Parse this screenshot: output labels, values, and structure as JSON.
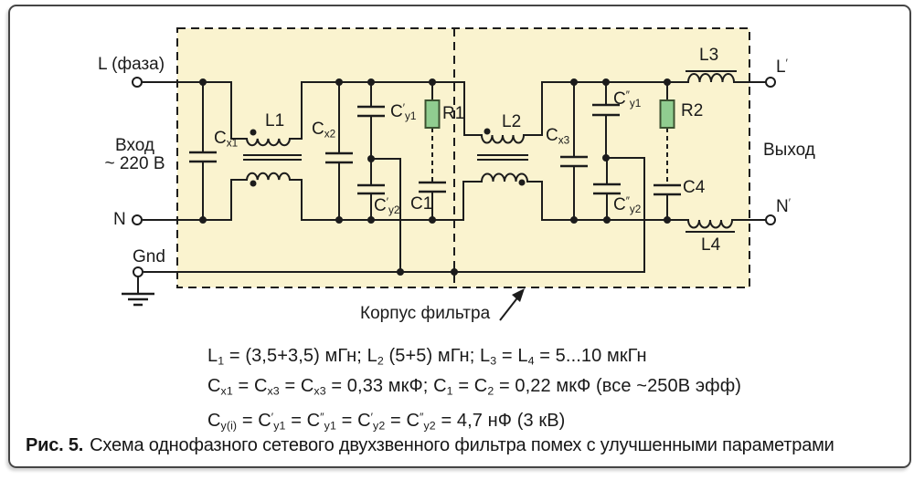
{
  "colors": {
    "enclosure_fill": "#FAF3CF",
    "resistor_fill": "#90CD90",
    "resistor_stroke": "#3c5231",
    "wire": "#1c1c1c",
    "frame_border": "#454545"
  },
  "terminals": {
    "l_in": "L (фаза)",
    "input_line1": "Вход",
    "input_line2": "~ 220 В",
    "n_in": "N",
    "gnd": "Gnd",
    "l_out": [
      {
        "t": "L"
      },
      {
        "sp": "′"
      }
    ],
    "output": "Выход",
    "n_out": [
      {
        "t": "N"
      },
      {
        "sp": "′"
      }
    ]
  },
  "labels": {
    "cx1": [
      {
        "t": "C"
      },
      {
        "sb": "x1"
      }
    ],
    "l1": "L1",
    "cx2": [
      {
        "t": "C"
      },
      {
        "sb": "x2"
      }
    ],
    "cy1p": [
      {
        "t": "C"
      },
      {
        "sp": "′"
      },
      {
        "sb": "y1"
      }
    ],
    "r1": "R1",
    "cy2p": [
      {
        "t": "C"
      },
      {
        "sp": "′"
      },
      {
        "sb": "y2"
      }
    ],
    "c1": "C1",
    "l2": "L2",
    "cx3": [
      {
        "t": "C"
      },
      {
        "sb": "x3"
      }
    ],
    "cy1pp": [
      {
        "t": "C"
      },
      {
        "sp": "″"
      },
      {
        "sb": "y1"
      }
    ],
    "r2": "R2",
    "cy2pp": [
      {
        "t": "C"
      },
      {
        "sp": "″"
      },
      {
        "sb": "y2"
      }
    ],
    "c4": "C4",
    "l3": "L3",
    "l4": "L4"
  },
  "annotations": {
    "enclosure": "Корпус фильтра"
  },
  "formulas": [
    [
      {
        "t": "L"
      },
      {
        "sb": "1"
      },
      {
        "t": " = (3,5+3,5) мГн;  "
      },
      {
        "t": "L"
      },
      {
        "sb": "2"
      },
      {
        "t": " (5+5) мГн;  "
      },
      {
        "t": "L"
      },
      {
        "sb": "3"
      },
      {
        "t": " = "
      },
      {
        "t": "L"
      },
      {
        "sb": "4"
      },
      {
        "t": " = 5...10 мкГн"
      }
    ],
    [
      {
        "t": "C"
      },
      {
        "sb": "x1"
      },
      {
        "t": " = "
      },
      {
        "t": "C"
      },
      {
        "sb": "x3"
      },
      {
        "t": " = "
      },
      {
        "t": "C"
      },
      {
        "sb": "x3"
      },
      {
        "t": " = 0,33 мкФ;  "
      },
      {
        "t": "C"
      },
      {
        "sb": "1"
      },
      {
        "t": " = "
      },
      {
        "t": "C"
      },
      {
        "sb": "2"
      },
      {
        "t": " = 0,22 мкФ  (все ~250В эфф)"
      }
    ],
    [
      {
        "t": "C"
      },
      {
        "sb": "y(i)"
      },
      {
        "t": " = "
      },
      {
        "t": "C"
      },
      {
        "sp": "′"
      },
      {
        "sb": "y1"
      },
      {
        "t": " = "
      },
      {
        "t": "C"
      },
      {
        "sp": "″"
      },
      {
        "sb": "y1"
      },
      {
        "t": " = "
      },
      {
        "t": "C"
      },
      {
        "sp": "′"
      },
      {
        "sb": "y2"
      },
      {
        "t": " = "
      },
      {
        "t": "C"
      },
      {
        "sp": "″"
      },
      {
        "sb": "y2"
      },
      {
        "t": " = 4,7 нФ (3 кВ)"
      }
    ]
  ],
  "caption": {
    "prefix": "Рис. 5.",
    "text": "Схема однофазного сетевого двухзвенного фильтра помех с улучшенными параметрами"
  }
}
